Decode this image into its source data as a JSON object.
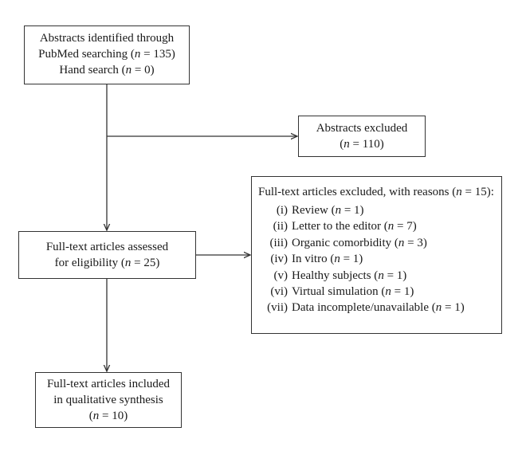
{
  "n_symbol": "n",
  "boxes": {
    "identified": {
      "line1": "Abstracts identified through",
      "line2_pre": "PubMed searching (",
      "line2_val": " = 135)",
      "line3_pre": "Hand search (",
      "line3_val": " = 0)"
    },
    "excluded": {
      "line1": "Abstracts excluded",
      "line2_pre": "(",
      "line2_val": " = 110)"
    },
    "assessed": {
      "line1": "Full-text articles assessed",
      "line2_pre": "for eligibility (",
      "line2_val": " = 25)"
    },
    "reasons": {
      "head_pre": "Full-text articles excluded, with reasons (",
      "head_val": " = 15):",
      "items": [
        {
          "num": "(i)",
          "text": "Review (",
          "val": " = 1)"
        },
        {
          "num": "(ii)",
          "text": "Letter to the editor (",
          "val": " = 7)"
        },
        {
          "num": "(iii)",
          "text": "Organic comorbidity (",
          "val": " = 3)"
        },
        {
          "num": "(iv)",
          "text": "In vitro (",
          "val": " = 1)"
        },
        {
          "num": "(v)",
          "text": "Healthy subjects (",
          "val": " = 1)"
        },
        {
          "num": "(vi)",
          "text": "Virtual simulation (",
          "val": " = 1)"
        },
        {
          "num": "(vii)",
          "text": "Data incomplete/unavailable (",
          "val": " = 1)"
        }
      ]
    },
    "included": {
      "line1": "Full-text articles included",
      "line2": "in qualitative synthesis",
      "line3_pre": "(",
      "line3_val": " = 10)"
    }
  }
}
